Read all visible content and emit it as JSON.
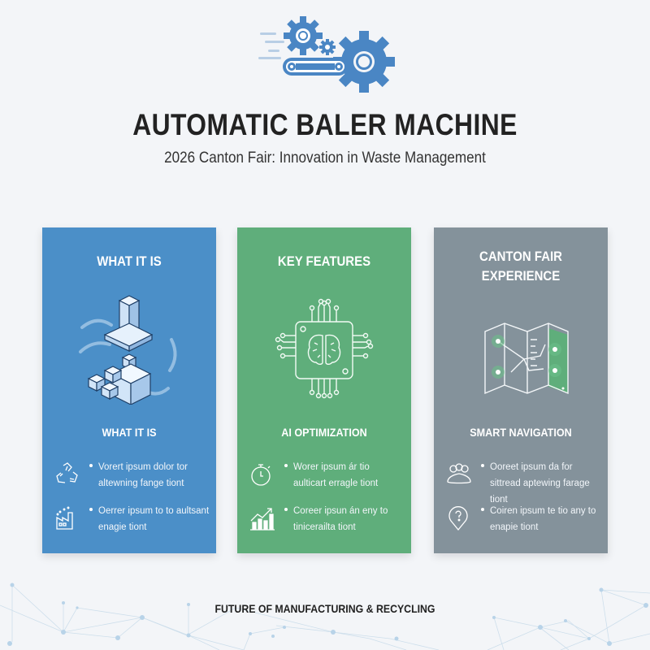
{
  "header": {
    "hero_icon": "gears-conveyor-icon",
    "title": "AUTOMATIC BALER MACHINE",
    "subtitle": "2026 Canton Fair: Innovation in Waste Management"
  },
  "colors": {
    "background": "#f3f5f8",
    "accent_blue": "#4b8fc8",
    "accent_green": "#5fae7b",
    "accent_gray": "#84929b",
    "title_text": "#222222"
  },
  "cards": [
    {
      "heading": "WHAT IT IS",
      "illustration": "baler-press-cubes-icon",
      "subheading": "WHAT IT IS",
      "items": [
        {
          "icon": "recycle-icon",
          "text": "Vorert ipsum dolor tor altewning fange tiont"
        },
        {
          "icon": "factory-icon",
          "text": "Oerrer ipsum to to aultsant enagie tiont"
        }
      ]
    },
    {
      "heading": "KEY FEATURES",
      "illustration": "ai-chip-brain-icon",
      "subheading": "AI OPTIMIZATION",
      "items": [
        {
          "icon": "stopwatch-icon",
          "text": "Worer ipsum ár tio aulticart erragle tiont"
        },
        {
          "icon": "growth-chart-icon",
          "text": "Coreer ipsun án eny to tinicerailta tiont"
        }
      ]
    },
    {
      "heading": "CANTON FAIR EXPERIENCE",
      "illustration": "fold-map-route-icon",
      "subheading": "SMART NAVIGATION",
      "items": [
        {
          "icon": "people-group-icon",
          "text": "Ooreet ipsum da for sittread aptewing farage tiont"
        },
        {
          "icon": "location-help-icon",
          "text": "Coiren ipsum te tio any to enapie tiont"
        }
      ]
    }
  ],
  "footer": {
    "tagline": "FUTURE OF MANUFACTURING & RECYCLING"
  }
}
